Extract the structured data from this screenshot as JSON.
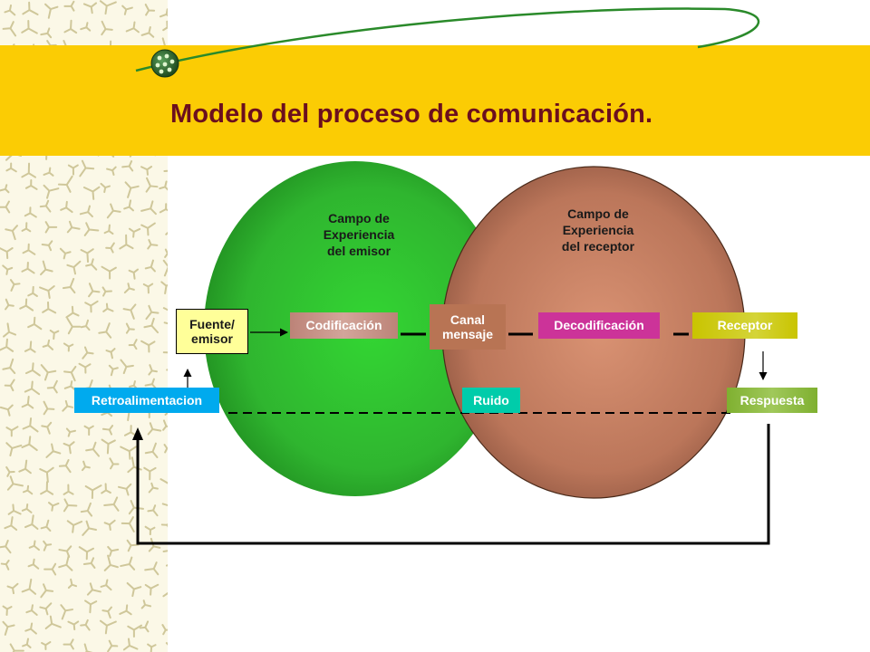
{
  "slide": {
    "title": "Modelo del proceso de comunicación."
  },
  "colors": {
    "title_band": "#fbcc04",
    "title_text": "#6b0f1e",
    "emitter_circle": "#33cc33",
    "receiver_circle": "#cc8866",
    "codificacion": "#c9978c",
    "canal": "#b87454",
    "decodificacion": "#cc3399",
    "receptor": "#cccc00",
    "retroalimentacion": "#00aaee",
    "ruido": "#00ccaa",
    "respuesta": "#88bb33",
    "fuente": "#ffff99"
  },
  "diagram": {
    "emitter_field": "Campo de\nExperiencia\ndel emisor",
    "receiver_field": "Campo de\nExperiencia\ndel receptor",
    "fuente": "Fuente/\nemisor",
    "codificacion": "Codificación",
    "canal": "Canal\nmensaje",
    "decodificacion": "Decodificación",
    "receptor": "Receptor",
    "retroalimentacion": "Retroalimentacion",
    "ruido": "Ruido",
    "respuesta": "Respuesta"
  }
}
